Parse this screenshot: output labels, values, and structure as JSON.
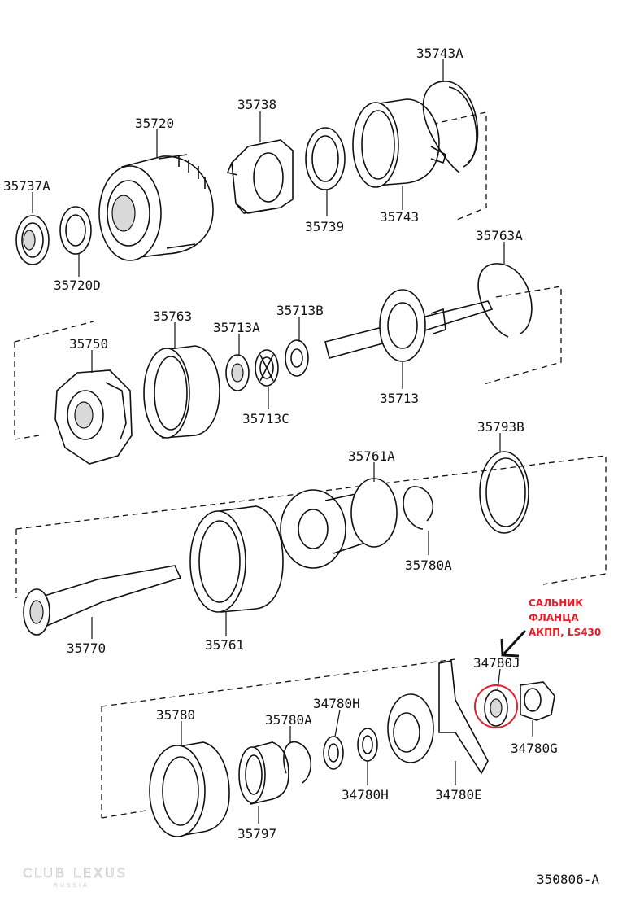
{
  "labels": {
    "p35743A": "35743A",
    "p35720": "35720",
    "p35738": "35738",
    "p35737A": "35737A",
    "p35739": "35739",
    "p35743": "35743",
    "p35720D": "35720D",
    "p35763A": "35763A",
    "p35763": "35763",
    "p35713B": "35713B",
    "p35713A": "35713A",
    "p35750": "35750",
    "p35713": "35713",
    "p35713C": "35713C",
    "p35793B": "35793B",
    "p35761A": "35761A",
    "p35780A_top": "35780A",
    "p35770": "35770",
    "p35761": "35761",
    "p34780J": "34780J",
    "p35780": "35780",
    "p35780A_bot": "35780A",
    "p34780H_top": "34780H",
    "p34780G": "34780G",
    "p34780H_bot": "34780H",
    "p34780E": "34780E",
    "p35797": "35797"
  },
  "annotation": {
    "line1": "САЛЬНИК",
    "line2": "ФЛАНЦА",
    "line3": "АКПП, LS430",
    "color": "#e0202a"
  },
  "diagram_code": "350806-A",
  "watermark": {
    "brand": "CLUB LEXUS",
    "region": "RUSSIA"
  }
}
